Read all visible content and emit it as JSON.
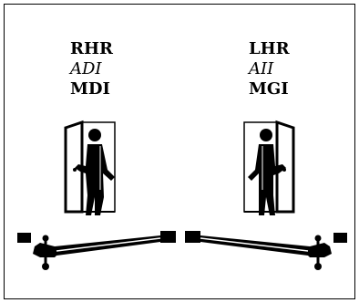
{
  "left": {
    "line1": "RHR",
    "line2": "ADI",
    "line3": "MDI",
    "person_icon": "person-at-door-icon",
    "hardware_icon": "door-closer-arm-icon"
  },
  "right": {
    "line1": "LHR",
    "line2": "AII",
    "line3": "MGI",
    "person_icon": "person-at-door-icon",
    "hardware_icon": "door-closer-arm-icon"
  },
  "colors": {
    "ink": "#000000",
    "background": "#ffffff"
  }
}
